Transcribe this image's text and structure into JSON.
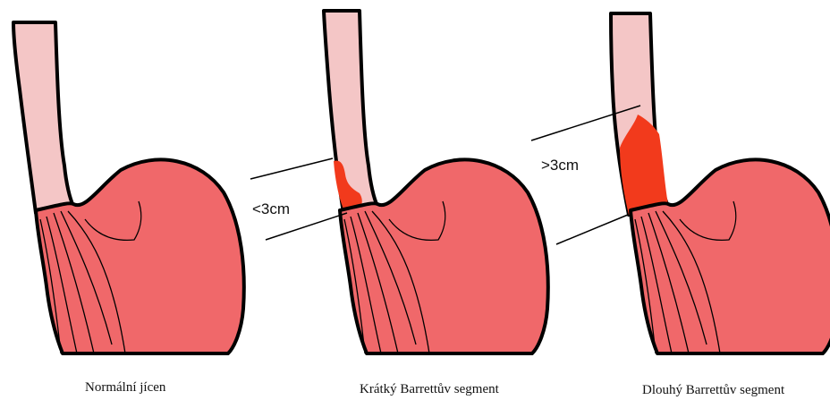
{
  "colors": {
    "esophagus": "#f4c6c6",
    "stomach": "#f0686a",
    "barrett": "#f23a1c",
    "outline": "#000000"
  },
  "panels": [
    {
      "caption": "Normální jícen"
    },
    {
      "caption": "Krátký Barrettův segment",
      "measure": "<3cm"
    },
    {
      "caption": "Dlouhý Barrettův segment",
      "measure": ">3cm"
    }
  ]
}
